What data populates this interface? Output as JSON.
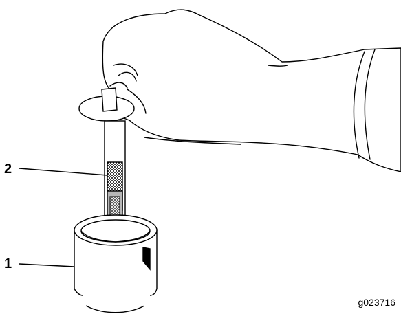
{
  "callouts": [
    {
      "number": "1"
    },
    {
      "number": "2"
    }
  ],
  "figure_id": "g023716"
}
